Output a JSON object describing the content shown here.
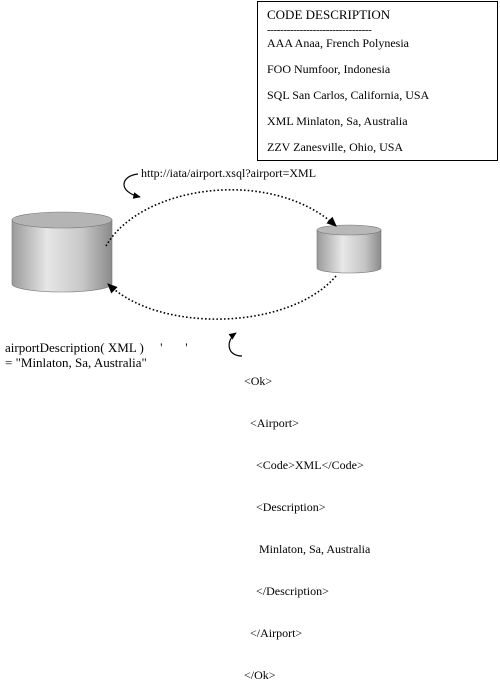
{
  "legend": {
    "header": "CODE DESCRIPTION",
    "rule": "--------------------------------",
    "rows": [
      "AAA Anaa, French Polynesia",
      "FOO Numfoor, Indonesia",
      "SQL San Carlos, California, USA",
      "XML Minlaton, Sa, Australia",
      "ZZV Zanesville, Ohio, USA"
    ]
  },
  "request": {
    "url": "http://iata/airport.xsql?airport=XML"
  },
  "call": {
    "line1": "airportDescription( XML )     '       '",
    "line2": "= \"Minlaton, Sa, Australia\""
  },
  "response": {
    "lines": [
      "<Ok>",
      "  <Airport>",
      "    <Code>XML</Code>",
      "    <Description>",
      "     Minlaton, Sa, Australia",
      "    </Description>",
      "  </Airport>",
      "</Ok>"
    ]
  }
}
